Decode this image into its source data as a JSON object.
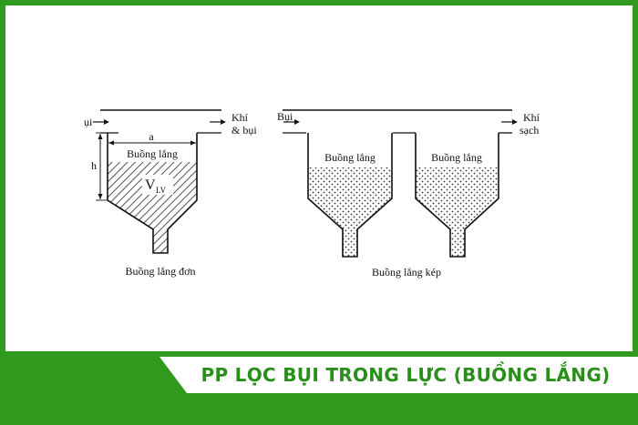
{
  "banner": {
    "title": "PP LỌC BỤI TRONG LỰC (BUỒNG LẮNG)"
  },
  "left_chamber": {
    "inlet_label": "ụi",
    "outlet_label_line1": "Khí",
    "outlet_label_line2": "& bụi",
    "width_label": "a",
    "height_label": "h",
    "chamber_label": "Buồng lắng",
    "volume_label": "V",
    "volume_subscript": "LV",
    "caption": "Buồng lắng đơn"
  },
  "right_chamber": {
    "inlet_label": "Bụi",
    "outlet_label_line1": "Khí",
    "outlet_label_line2": "sạch",
    "chamber1_label": "Buồng lắng",
    "chamber2_label": "Buồng lắng",
    "caption": "Buồng lắng kép"
  },
  "colors": {
    "frame": "#2f9a1e",
    "banner_text": "#2a8f1a"
  }
}
